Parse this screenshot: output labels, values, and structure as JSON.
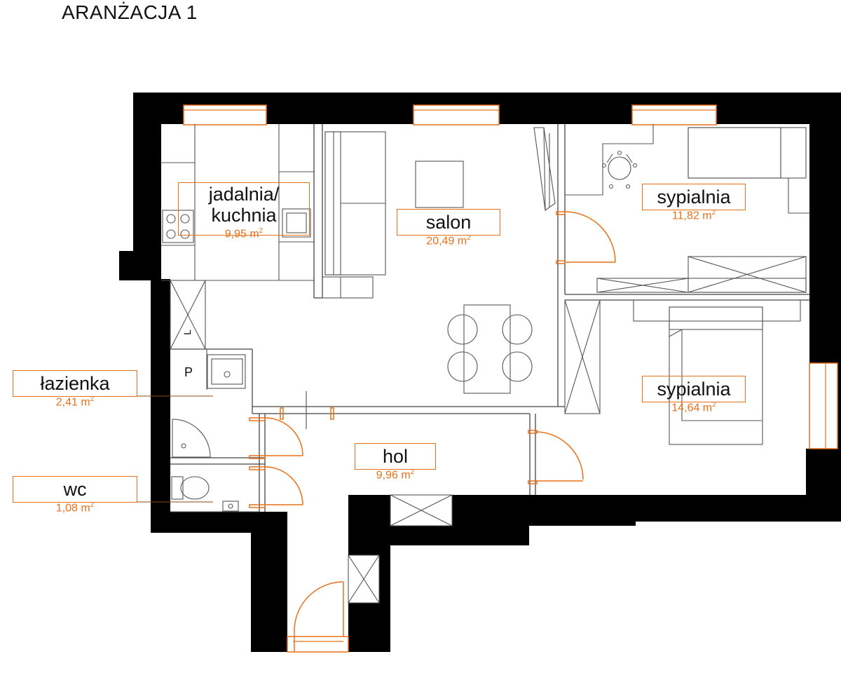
{
  "title": "ARANŻACJA 1",
  "colors": {
    "wall": "#000000",
    "accent": "#e8701a",
    "line": "#555555"
  },
  "rooms": {
    "kitchen": {
      "name_line1": "jadalnia/",
      "name_line2": "kuchnia",
      "area": "9,95",
      "unit": "m",
      "exp": "2"
    },
    "living": {
      "name": "salon",
      "area": "20,49",
      "unit": "m",
      "exp": "2"
    },
    "bedroom1": {
      "name": "sypialnia",
      "area": "11,82",
      "unit": "m",
      "exp": "2"
    },
    "bedroom2": {
      "name": "sypialnia",
      "area": "14,64",
      "unit": "m",
      "exp": "2"
    },
    "bathroom": {
      "name": "łazienka",
      "area": "2,41",
      "unit": "m",
      "exp": "2"
    },
    "wc": {
      "name": "wc",
      "area": "1,08",
      "unit": "m",
      "exp": "2"
    },
    "hall": {
      "name": "hol",
      "area": "9,96",
      "unit": "m",
      "exp": "2"
    }
  },
  "fixtures": {
    "washer_letter": "P",
    "fridge_letter": "L"
  }
}
